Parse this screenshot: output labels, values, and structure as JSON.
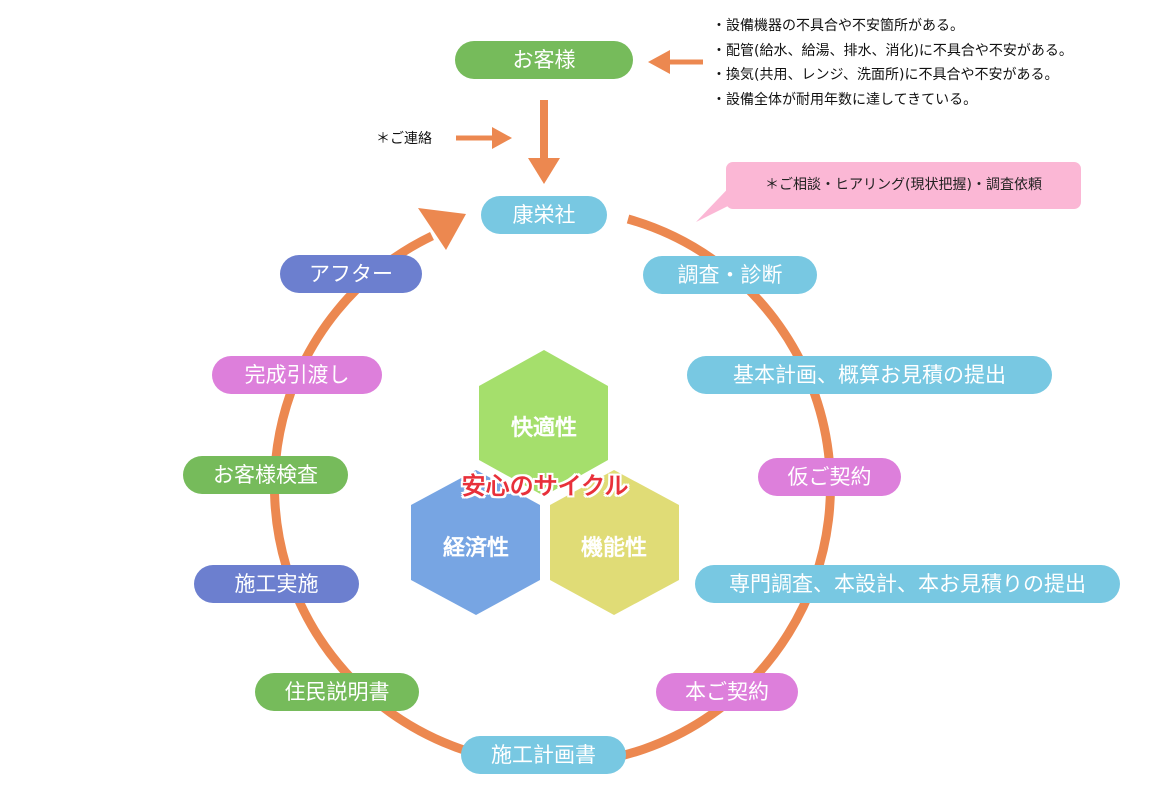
{
  "customer": {
    "label": "お客様"
  },
  "notes": [
    "・設備機器の不具合や不安箇所がある。",
    "・配管(給水、給湯、排水、消化)に不具合や不安がある。",
    "・換気(共用、レンジ、洗面所)に不具合や不安がある。",
    "・設備全体が耐用年数に達してきている。"
  ],
  "contact_label": "＊ご連絡",
  "company": {
    "label": "康栄社"
  },
  "callout": "＊ご相談・ヒアリング(現状把握)・調査依頼",
  "steps_right": [
    "調査・診断",
    "基本計画、概算お見積の提出",
    "仮ご契約",
    "専門調査、本設計、本お見積りの提出",
    "本ご契約"
  ],
  "step_bottom": "施工計画書",
  "steps_left": [
    "住民説明書",
    "施工実施",
    "お客様検査",
    "完成引渡し",
    "アフター"
  ],
  "center": {
    "title": "安心のサイクル",
    "hexagons": [
      {
        "label": "快適性",
        "color": "#a5df6c"
      },
      {
        "label": "経済性",
        "color": "#77a5e3"
      },
      {
        "label": "機能性",
        "color": "#e0dc76"
      }
    ]
  },
  "colors": {
    "arrow": "#ec8850",
    "green": "#76bb5b",
    "cyan": "#78c8e2",
    "blue": "#6c7fcf",
    "pink": "#dd7fdb",
    "callout": "#fbb7d5",
    "title_red": "#e8303a"
  }
}
